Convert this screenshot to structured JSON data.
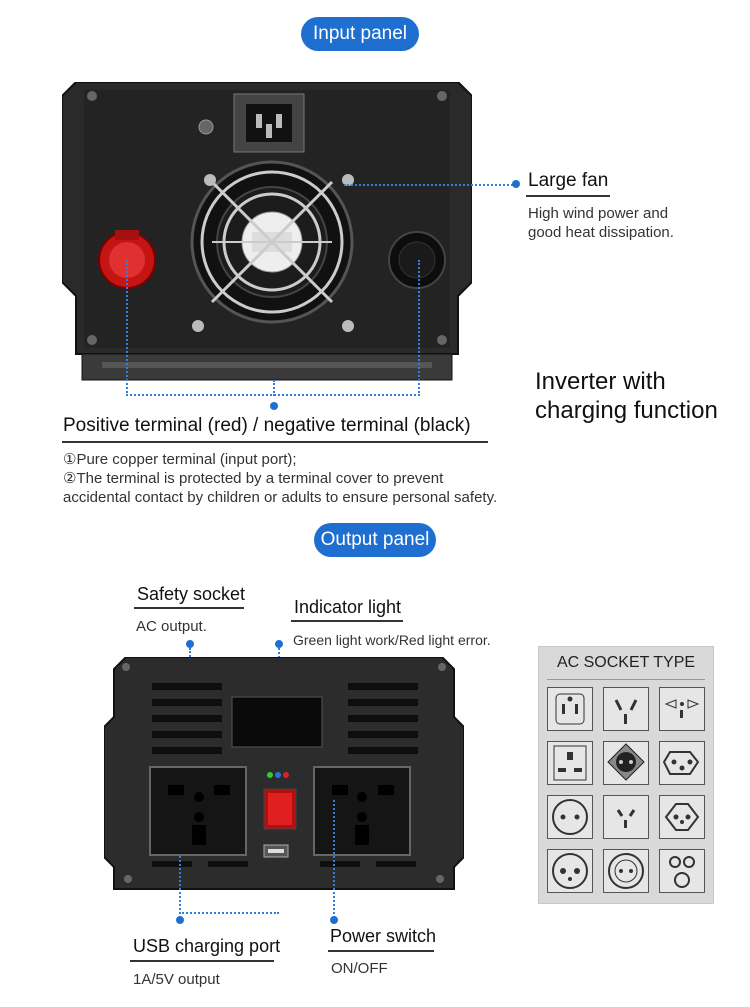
{
  "sections": {
    "input_panel": "Input panel",
    "output_panel": "Output panel"
  },
  "input": {
    "fan_title": "Large fan",
    "fan_desc_1": "High wind power and",
    "fan_desc_2": "good heat dissipation.",
    "terminal_title": "Positive terminal (red) / negative terminal (black)",
    "terminal_note_1": "①Pure copper terminal (input port);",
    "terminal_note_2": "②The terminal is protected by a terminal cover to prevent",
    "terminal_note_3": "accidental contact by children or adults to ensure personal safety.",
    "headline_1": "Inverter with",
    "headline_2": "charging function"
  },
  "output": {
    "safety_socket_title": "Safety socket",
    "safety_socket_desc": "AC output.",
    "indicator_title": "Indicator light",
    "indicator_desc": "Green light work/Red light error.",
    "usb_title": "USB charging port",
    "usb_desc": "1A/5V output",
    "power_title": "Power switch",
    "power_desc": "ON/OFF"
  },
  "ac_socket": {
    "title": "AC SOCKET TYPE"
  },
  "colors": {
    "accent": "#1f6fd1",
    "panel": "#2b2b2b",
    "positive": "#d61c1c",
    "negative": "#111111",
    "switch": "#e02020"
  }
}
